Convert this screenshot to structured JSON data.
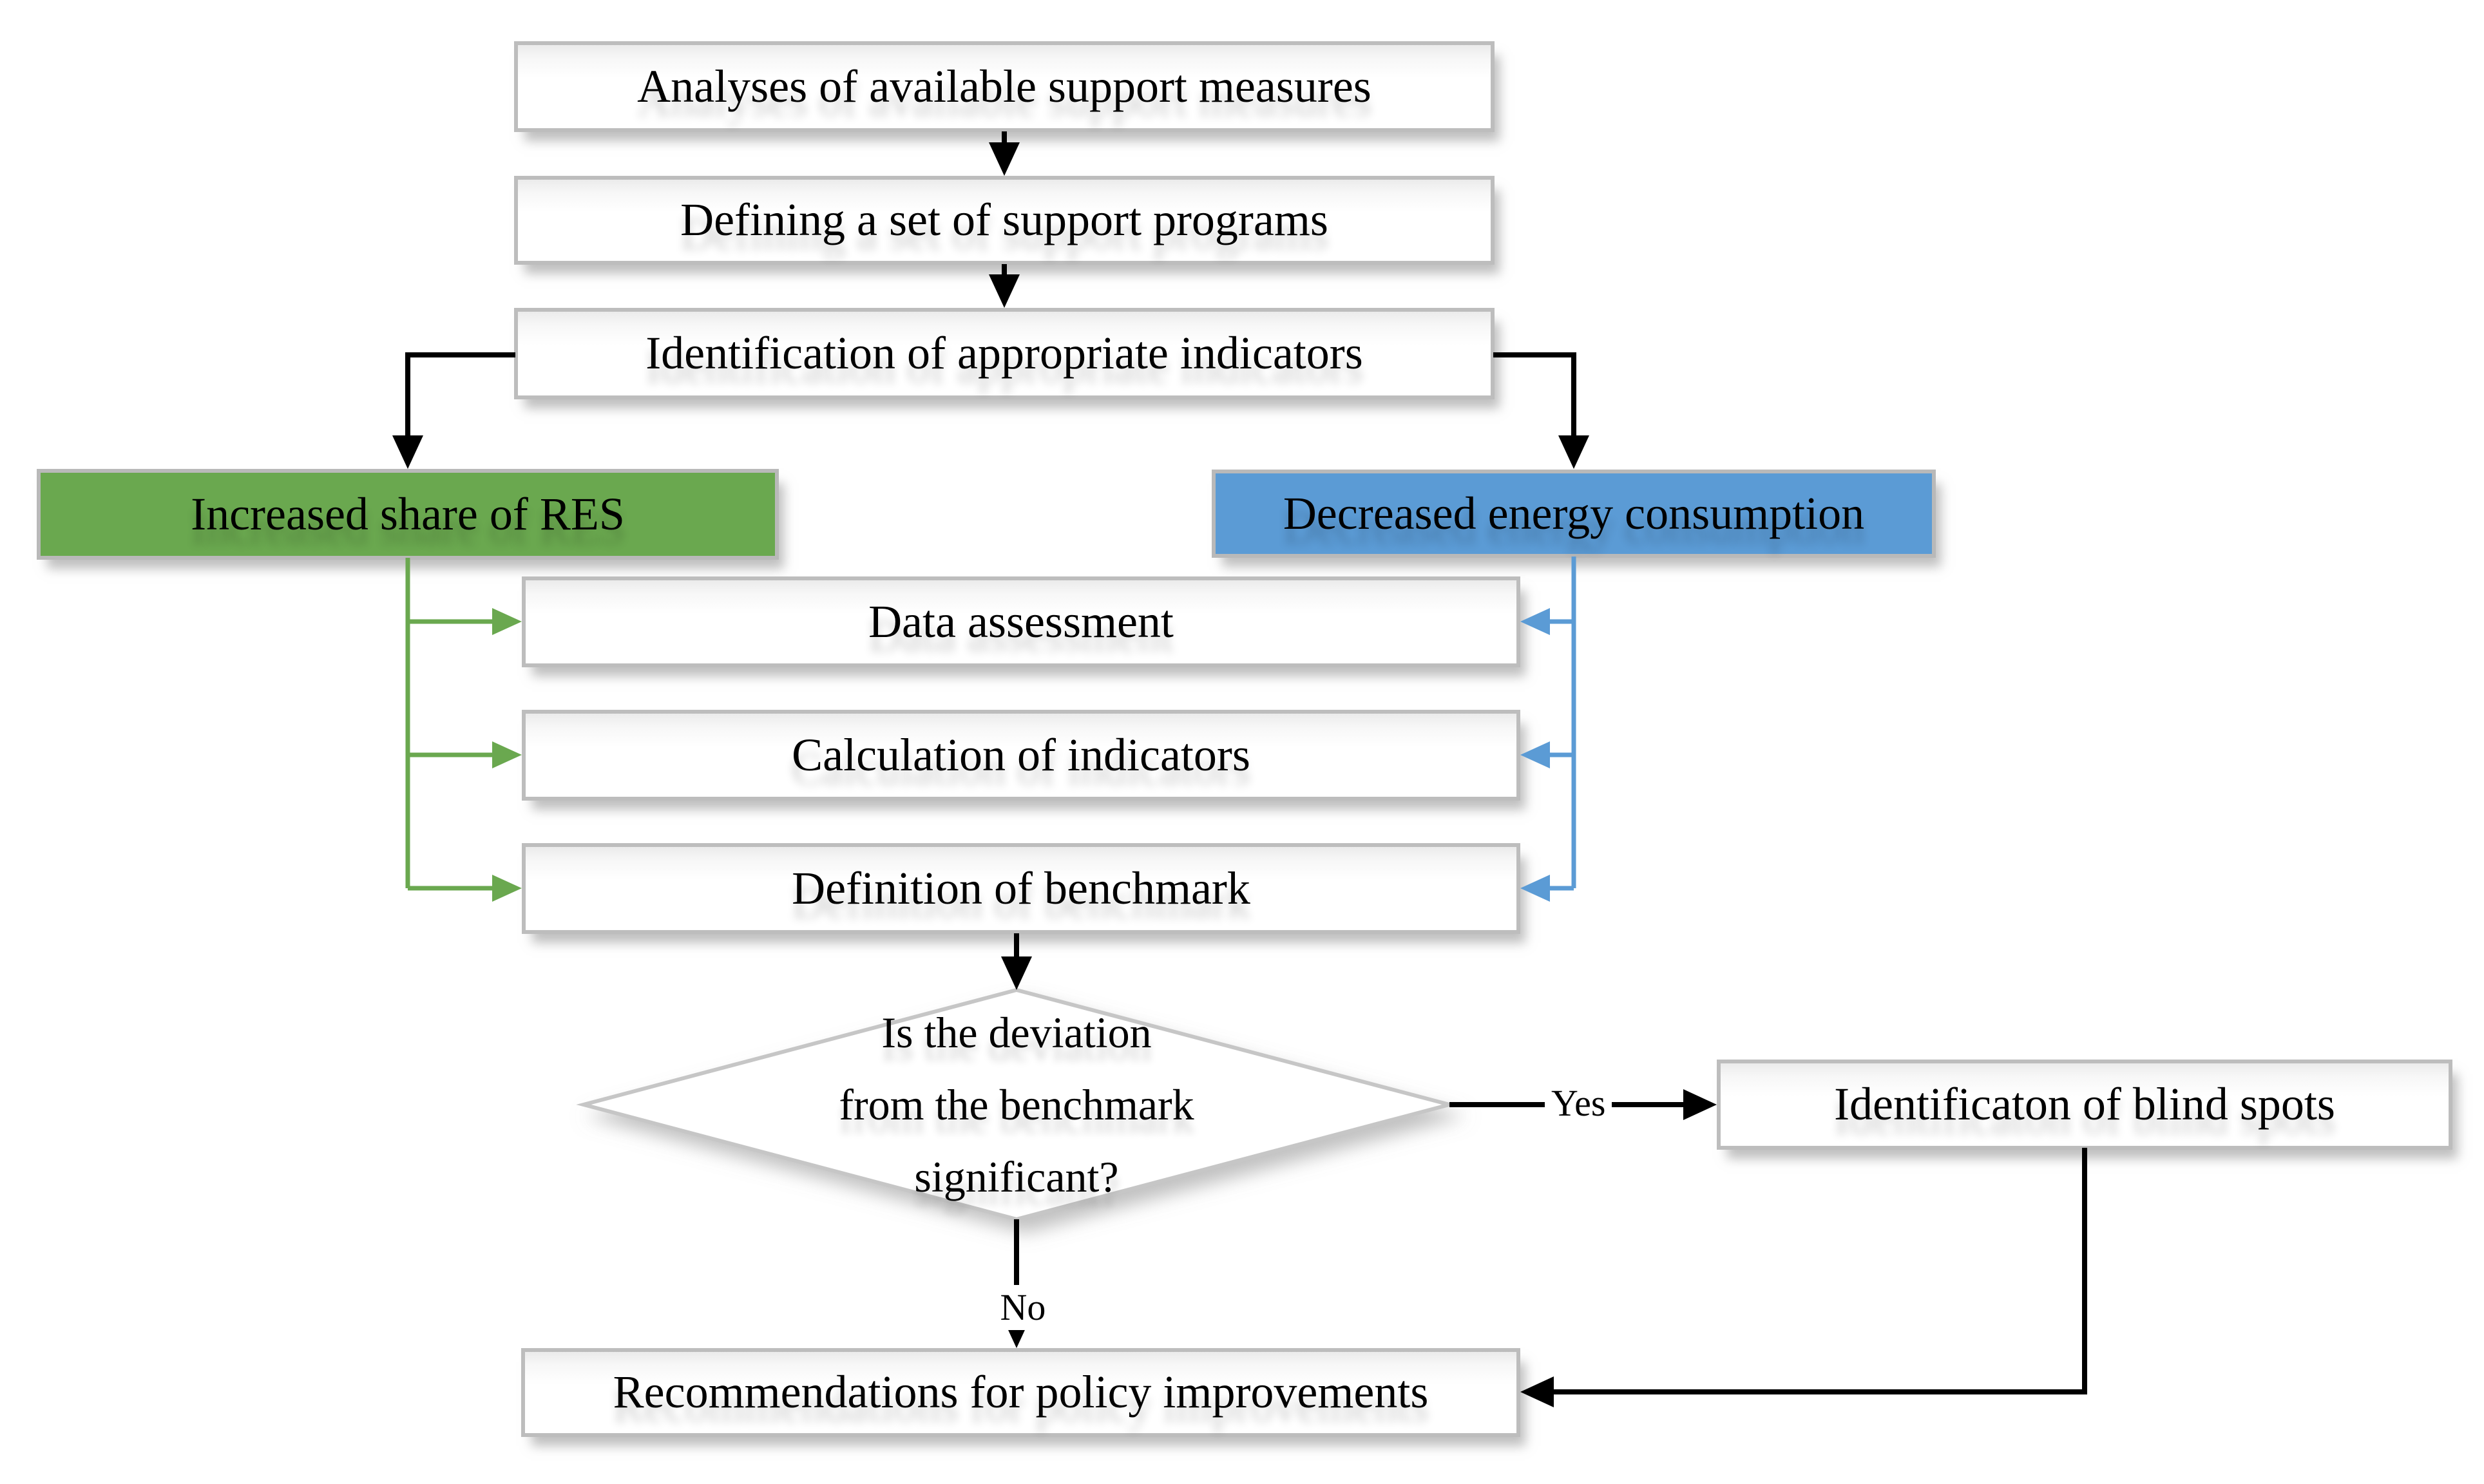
{
  "nodes": {
    "analyses": {
      "label": "Analyses of available support measures"
    },
    "defining": {
      "label": "Defining a set of support programs"
    },
    "identification": {
      "label": "Identification of appropriate indicators"
    },
    "res": {
      "label": "Increased share of RES",
      "color": "#6aa84f"
    },
    "energy": {
      "label": "Decreased energy consumption",
      "color": "#5b9bd5"
    },
    "data_assessment": {
      "label": "Data assessment"
    },
    "calculation": {
      "label": "Calculation of indicators"
    },
    "benchmark": {
      "label": "Definition of benchmark"
    },
    "decision": {
      "lines": [
        "Is the deviation",
        "from the benchmark",
        "significant?"
      ]
    },
    "blind_spots": {
      "label": "Identificaton of blind spots"
    },
    "recommendations": {
      "label": "Recommendations for policy improvements"
    }
  },
  "edges": {
    "yes_label": "Yes",
    "no_label": "No"
  },
  "colors": {
    "res_green": "#6aa84f",
    "energy_blue": "#5b9bd5",
    "connector_black": "#000000",
    "box_border_gray": "#c6c6c6"
  }
}
